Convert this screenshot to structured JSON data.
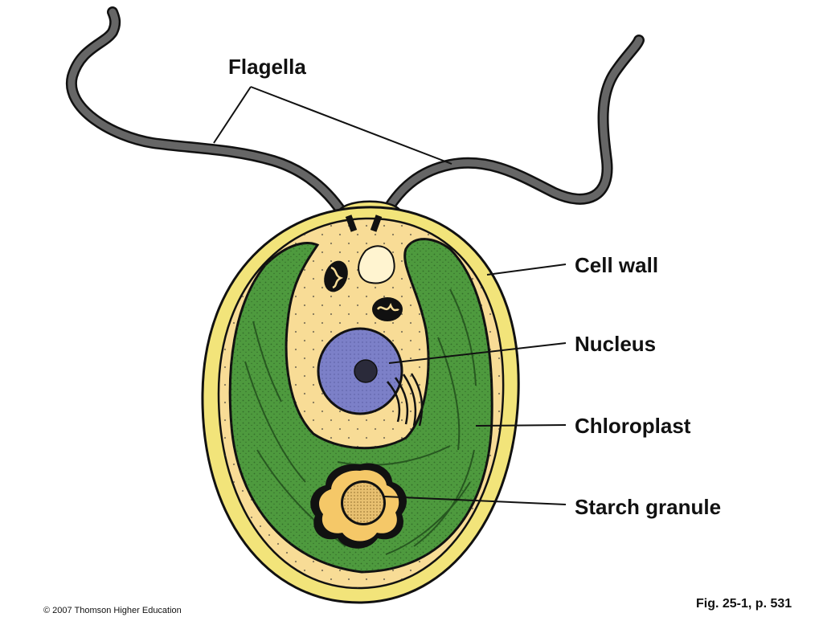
{
  "labels": {
    "flagella": "Flagella",
    "cell_wall": "Cell wall",
    "nucleus": "Nucleus",
    "chloroplast": "Chloroplast",
    "starch_granule": "Starch granule"
  },
  "credit": "© 2007 Thomson Higher Education",
  "figure_ref": "Fig. 25-1, p. 531",
  "colors": {
    "cell_wall": "#f2e47a",
    "cytoplasm": "#f8dc96",
    "chloroplast": "#4e9a3e",
    "chloroplast_dark": "#2c6a26",
    "nucleus": "#7c80c8",
    "nucleolus": "#2a2a3a",
    "flagella": "#666666",
    "starch": "#f5c868",
    "outline": "#111111"
  }
}
